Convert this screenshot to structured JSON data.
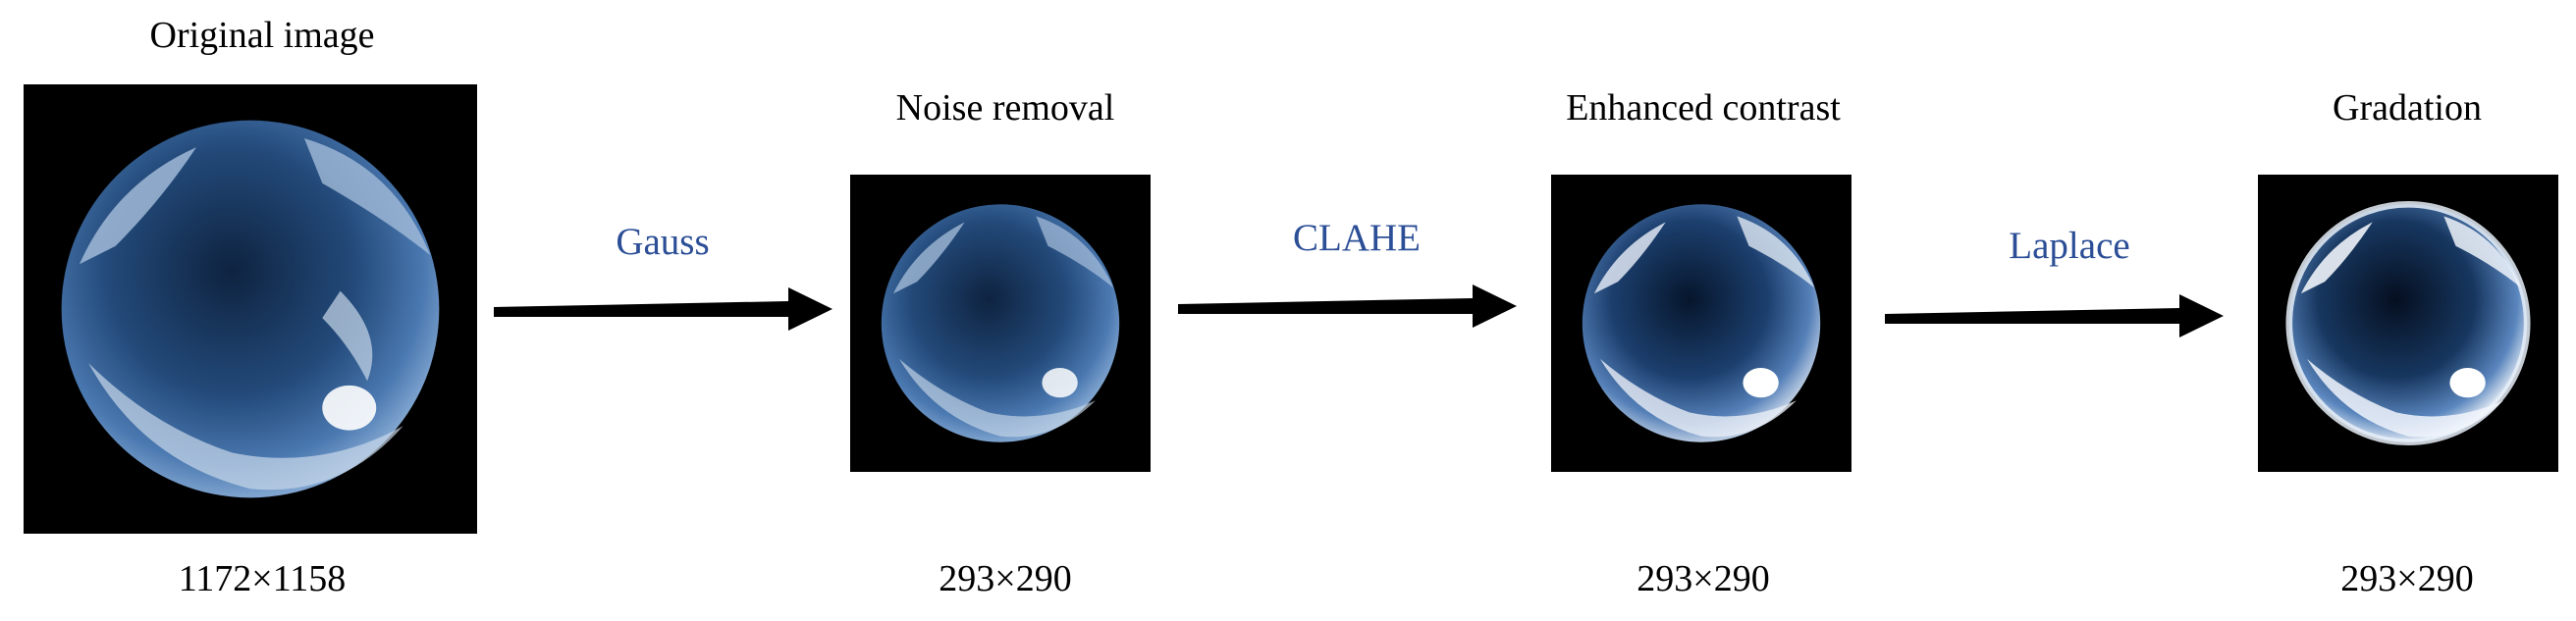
{
  "colors": {
    "operation_text": "#2b4e96",
    "text": "#000000",
    "panel_background": "#000000",
    "arrow": "#000000",
    "sky_blue": "#4a78b0",
    "sky_dark": "#0e2340",
    "cloud": "#c9d8ea"
  },
  "stages": [
    {
      "title": "Original image",
      "size": "1172×1158"
    },
    {
      "title": "Noise removal",
      "size": "293×290"
    },
    {
      "title": "Enhanced contrast",
      "size": "293×290"
    },
    {
      "title": "Gradation",
      "size": "293×290"
    }
  ],
  "operations": [
    {
      "label": "Gauss"
    },
    {
      "label": "CLAHE"
    },
    {
      "label": "Laplace"
    }
  ]
}
